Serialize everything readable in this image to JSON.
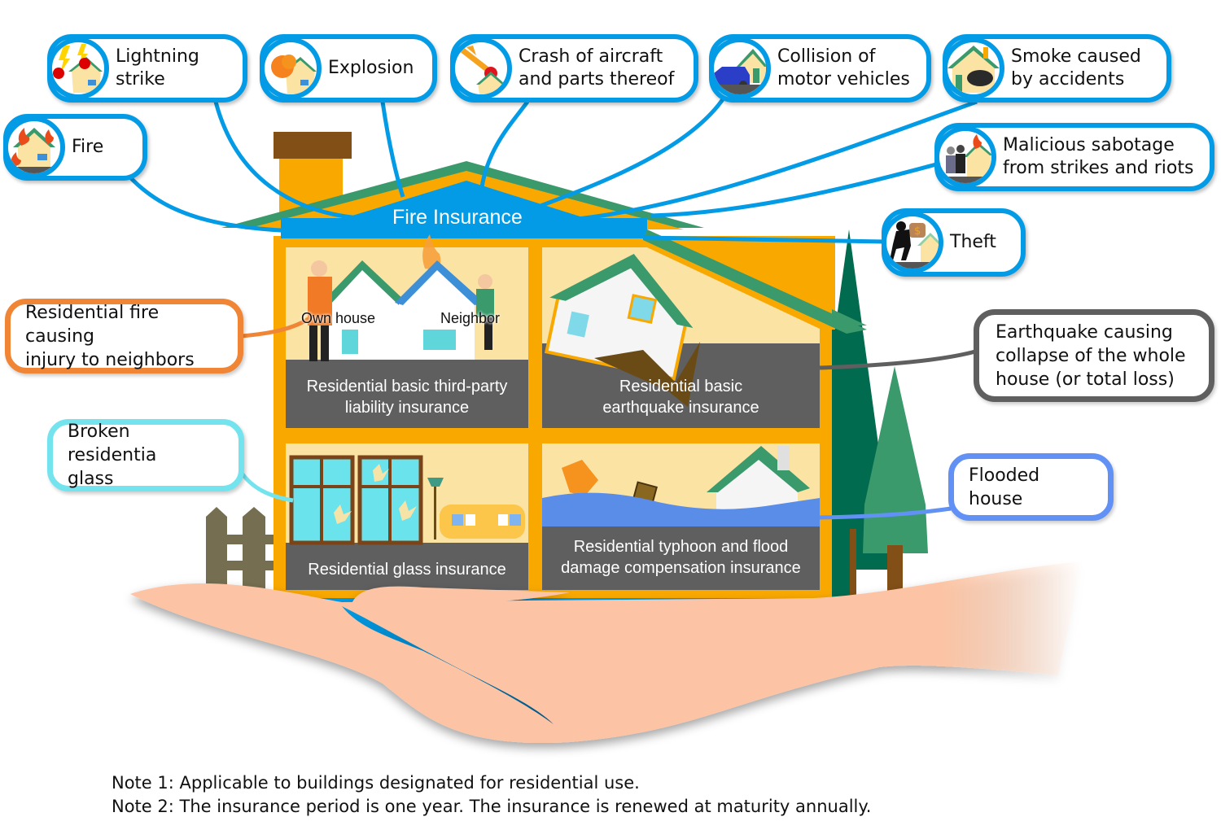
{
  "title": "Fire Insurance",
  "colors": {
    "fire_blue": "#039be5",
    "house_frame": "#f9a800",
    "roof_green": "#3a9a6c",
    "room_bg": "#fbe3a4",
    "label_gray": "#5f5f5f",
    "liability_orange": "#f08535",
    "glass_cyan": "#73e3ee",
    "earthquake_gray": "#5f5f5f",
    "flood_blue": "#6291f5",
    "hand": "#fcc4a4",
    "chimney_cap": "#824f17",
    "tree_dark": "#006b4f",
    "tree_light": "#3a9a6c",
    "fence": "#766e50"
  },
  "fire_perils": [
    {
      "id": "lightning",
      "label": "Lightning\nstrike",
      "icon": "lightning-house-icon"
    },
    {
      "id": "explosion",
      "label": "Explosion",
      "icon": "explosion-house-icon"
    },
    {
      "id": "aircraft",
      "label": "Crash of aircraft\nand parts thereof",
      "icon": "aircraft-crash-icon"
    },
    {
      "id": "vehicle",
      "label": "Collision of\nmotor vehicles",
      "icon": "car-collision-icon"
    },
    {
      "id": "smoke",
      "label": "Smoke caused\nby accidents",
      "icon": "smoke-house-icon"
    },
    {
      "id": "fire",
      "label": "Fire",
      "icon": "burning-house-icon"
    },
    {
      "id": "sabotage",
      "label": "Malicious sabotage\nfrom strikes and riots",
      "icon": "riot-icon"
    },
    {
      "id": "theft",
      "label": "Theft",
      "icon": "burglar-icon"
    }
  ],
  "rooms": {
    "liability": {
      "label": "Residential basic third-party\nliability insurance",
      "own_house": "Own house",
      "neighbor": "Neighbor"
    },
    "earthquake": {
      "label": "Residential basic\nearthquake insurance"
    },
    "glass": {
      "label": "Residential glass insurance"
    },
    "flood": {
      "label": "Residential typhoon and flood\ndamage compensation insurance"
    }
  },
  "callouts": {
    "liability": "Residential fire causing\ninjury to neighbors",
    "glass": "Broken residentia\nglass",
    "earthquake": "Earthquake causing\ncollapse of the whole\nhouse (or total loss)",
    "flood": "Flooded house"
  },
  "notes": [
    "Note 1: Applicable to buildings designated for residential use.",
    "Note 2: The insurance period is one year. The insurance is renewed at maturity annually."
  ]
}
